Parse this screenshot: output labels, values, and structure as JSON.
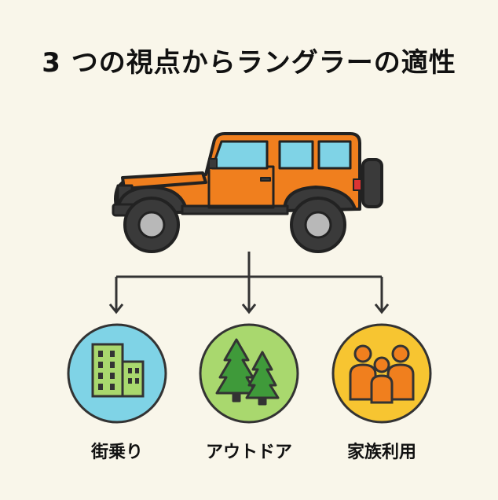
{
  "title": "3 つの視点からラングラーの適性",
  "categories": [
    {
      "label": "街乗り",
      "icon": "city-buildings-icon",
      "color": "#7fd3e6"
    },
    {
      "label": "アウトドア",
      "icon": "pine-trees-icon",
      "color": "#a9d86e"
    },
    {
      "label": "家族利用",
      "icon": "family-icon",
      "color": "#f7c531"
    }
  ],
  "vehicle": {
    "icon": "jeep-wrangler-icon",
    "body_color": "#f07f1e",
    "window_color": "#7fd3e6"
  }
}
